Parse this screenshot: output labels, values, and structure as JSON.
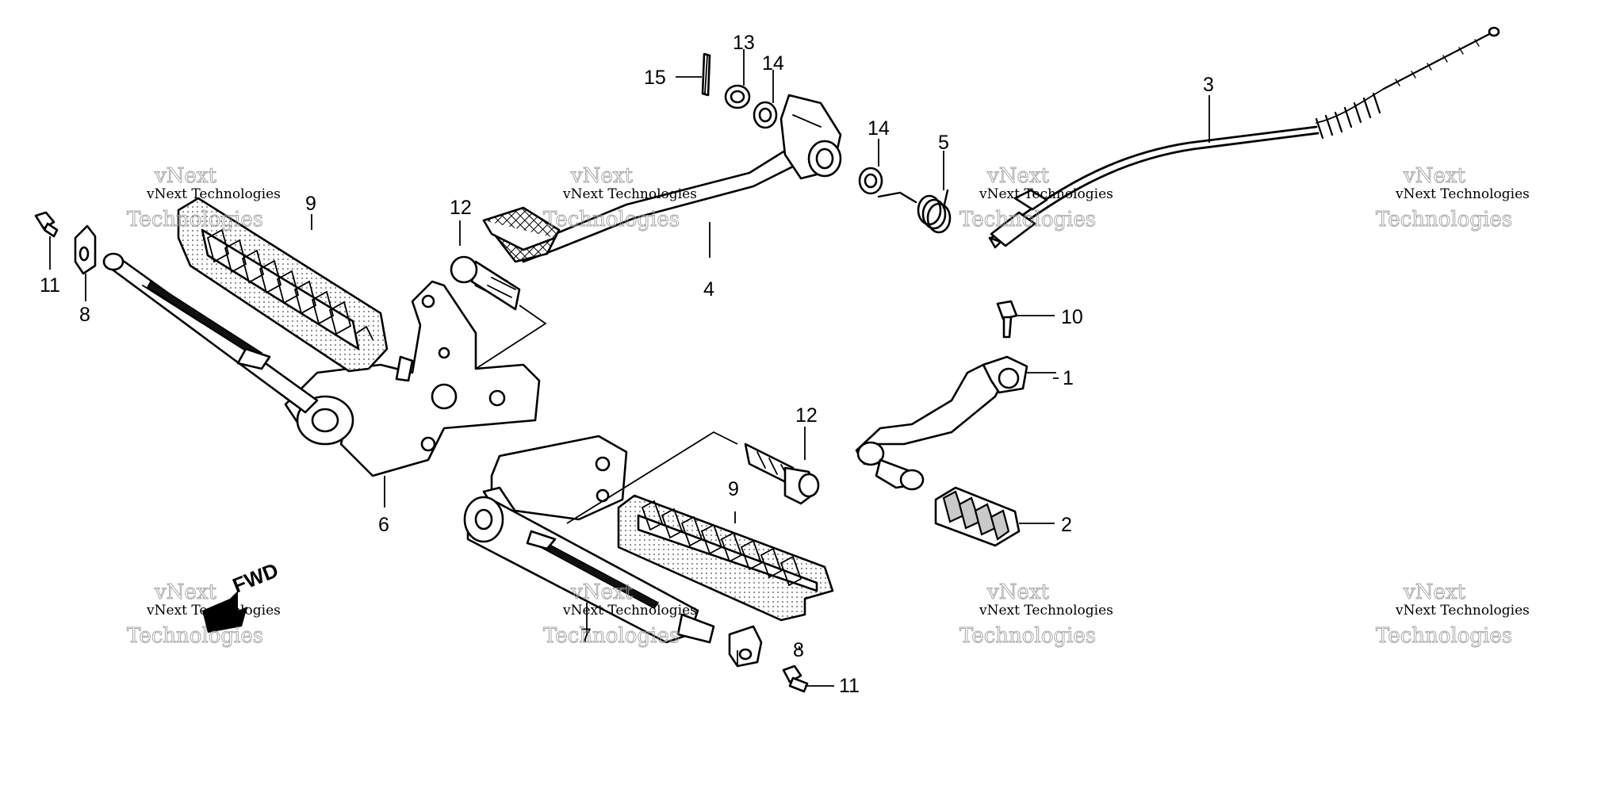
{
  "callouts": [
    "1",
    "2",
    "3",
    "4",
    "5",
    "6",
    "7",
    "8",
    "9",
    "10",
    "11",
    "12",
    "13",
    "14",
    "15"
  ],
  "fwd_label": "FWD",
  "watermark": {
    "line1": "vNext",
    "line2": "vNext Technologies",
    "line3": "Technologies"
  }
}
